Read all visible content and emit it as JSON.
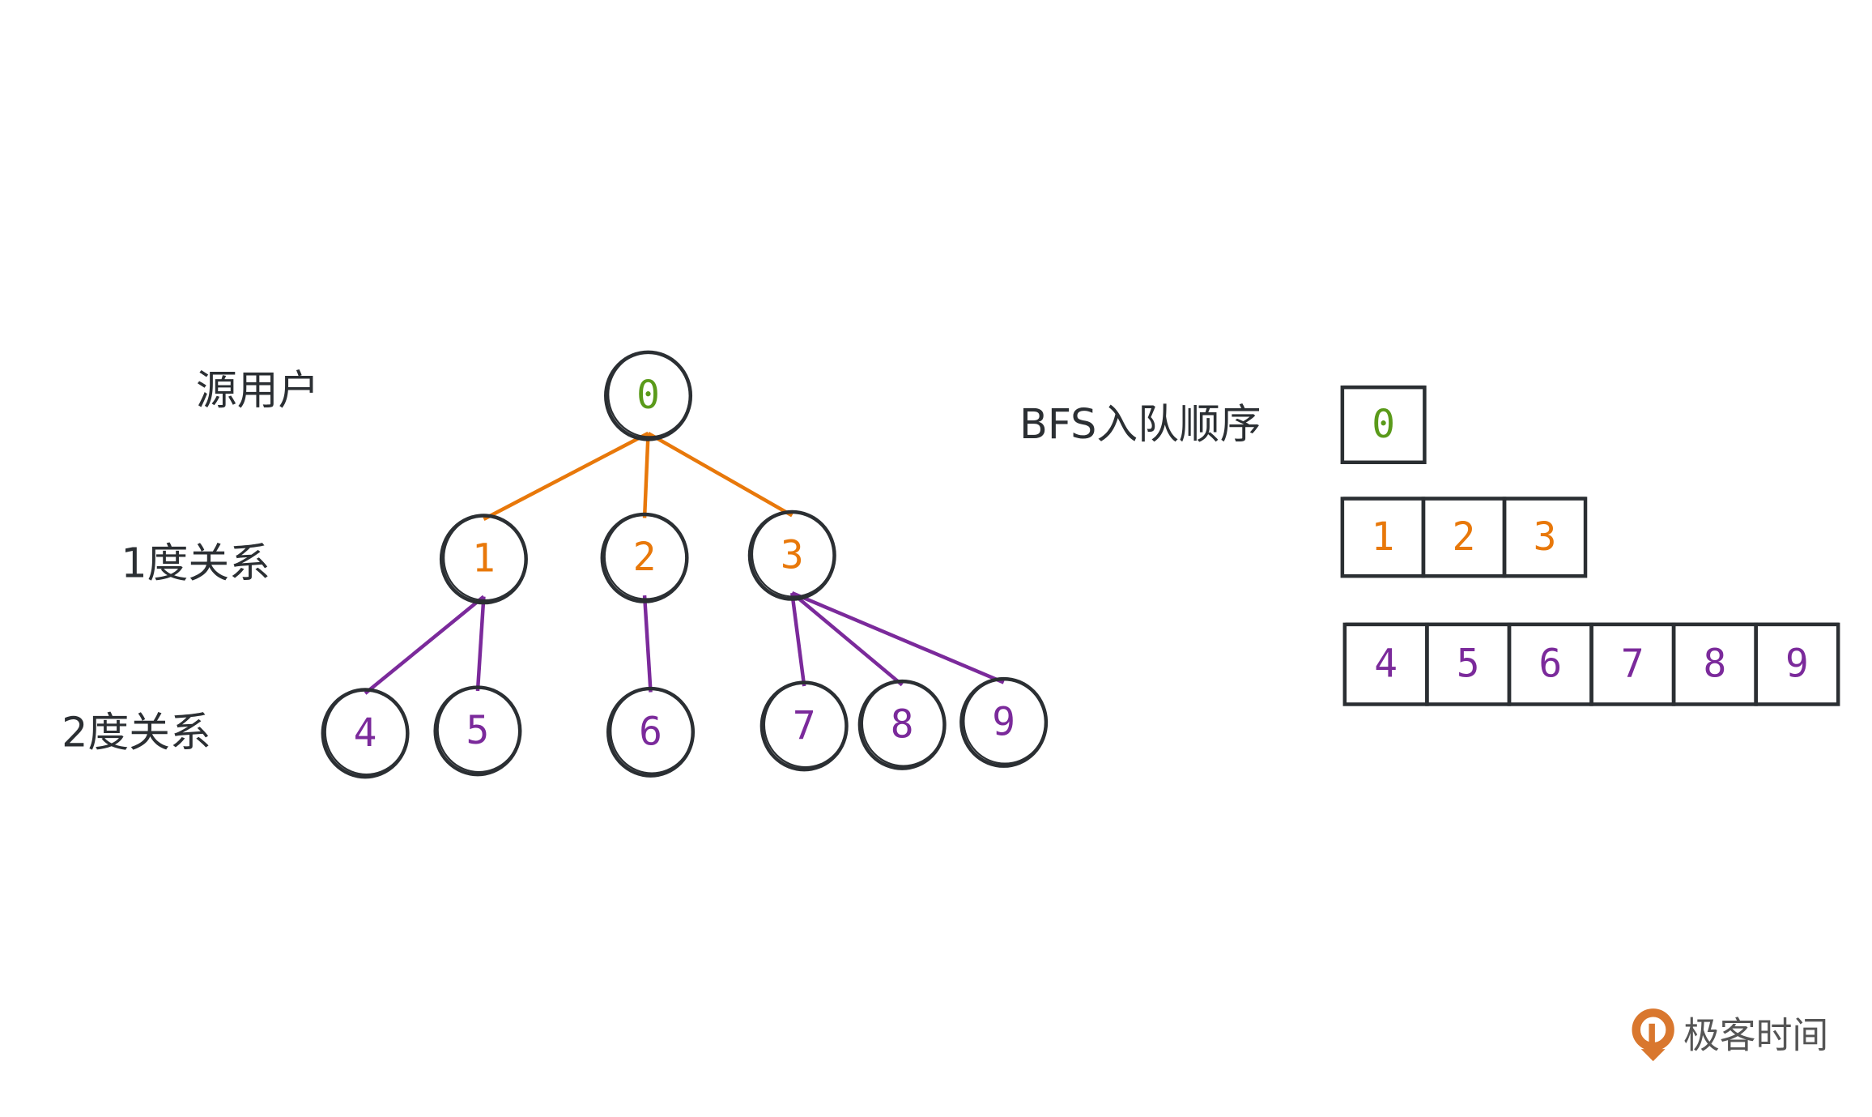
{
  "labels": {
    "source_user": "源用户",
    "degree1": "1度关系",
    "degree2": "2度关系",
    "queue_title": "BFS入队顺序"
  },
  "colors": {
    "outline": "#2b2f33",
    "level0": "#5a9a1a",
    "level1": "#e8780a",
    "level2": "#7b2a9b"
  },
  "nodes": [
    {
      "id": "0",
      "level": 0
    },
    {
      "id": "1",
      "level": 1
    },
    {
      "id": "2",
      "level": 1
    },
    {
      "id": "3",
      "level": 1
    },
    {
      "id": "4",
      "level": 2
    },
    {
      "id": "5",
      "level": 2
    },
    {
      "id": "6",
      "level": 2
    },
    {
      "id": "7",
      "level": 2
    },
    {
      "id": "8",
      "level": 2
    },
    {
      "id": "9",
      "level": 2
    }
  ],
  "edges": [
    [
      "0",
      "1"
    ],
    [
      "0",
      "2"
    ],
    [
      "0",
      "3"
    ],
    [
      "1",
      "4"
    ],
    [
      "1",
      "5"
    ],
    [
      "2",
      "6"
    ],
    [
      "3",
      "7"
    ],
    [
      "3",
      "8"
    ],
    [
      "3",
      "9"
    ]
  ],
  "queue": [
    {
      "level": 0,
      "items": [
        "0"
      ]
    },
    {
      "level": 1,
      "items": [
        "1",
        "2",
        "3"
      ]
    },
    {
      "level": 2,
      "items": [
        "4",
        "5",
        "6",
        "7",
        "8",
        "9"
      ]
    }
  ],
  "logo": {
    "text": "极客时间"
  }
}
